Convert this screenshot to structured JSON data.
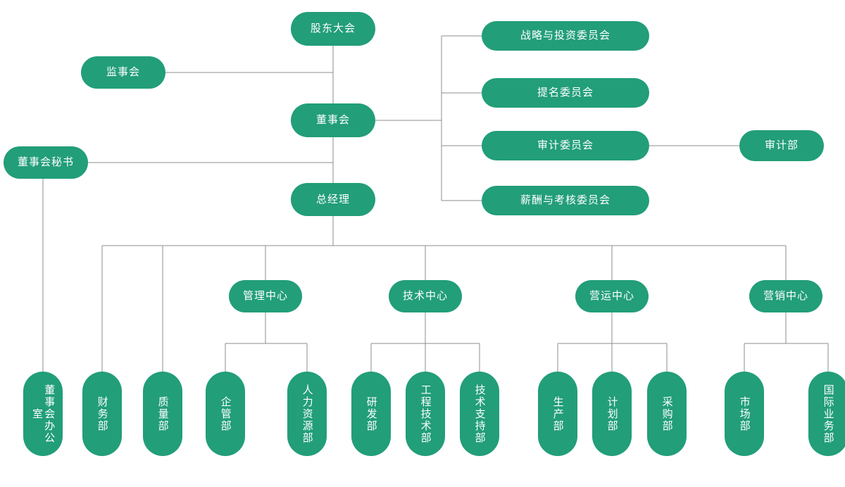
{
  "theme": {
    "node_fill": "#229e79",
    "node_text": "#ffffff",
    "line_color": "#8c8c8c",
    "background": "#ffffff"
  },
  "diagram": {
    "type": "org-chart",
    "orientation": "top-down",
    "title": ""
  },
  "nodes": {
    "shareholders_meeting": {
      "label": "股东大会"
    },
    "supervisory_board": {
      "label": "监事会"
    },
    "board_of_directors": {
      "label": "董事会"
    },
    "board_secretary": {
      "label": "董事会秘书"
    },
    "general_manager": {
      "label": "总经理"
    },
    "audit_department": {
      "label": "审计部"
    }
  },
  "committees": [
    {
      "id": "strategy-investment-committee",
      "label": "战略与投资委员会"
    },
    {
      "id": "nomination-committee",
      "label": "提名委员会"
    },
    {
      "id": "audit-committee",
      "label": "审计委员会"
    },
    {
      "id": "compensation-appraisal-committee",
      "label": "薪酬与考核委员会"
    }
  ],
  "centers": [
    {
      "id": "management-center",
      "label": "管理中心"
    },
    {
      "id": "technology-center",
      "label": "技术中心"
    },
    {
      "id": "operations-center",
      "label": "营运中心"
    },
    {
      "id": "marketing-center",
      "label": "营销中心"
    }
  ],
  "departments": [
    {
      "id": "board-office",
      "label": "董事会办公室",
      "parent": "董事会秘书"
    },
    {
      "id": "finance-department",
      "label": "财务部",
      "parent": "总经理"
    },
    {
      "id": "quality-department",
      "label": "质量部",
      "parent": "总经理"
    },
    {
      "id": "enterprise-management-department",
      "label": "企管部",
      "parent": "管理中心"
    },
    {
      "id": "human-resources-department",
      "label": "人力资源部",
      "parent": "管理中心"
    },
    {
      "id": "rd-department",
      "label": "研发部",
      "parent": "技术中心"
    },
    {
      "id": "engineering-technology-department",
      "label": "工程技术部",
      "parent": "技术中心"
    },
    {
      "id": "technical-support-department",
      "label": "技术支持部",
      "parent": "技术中心"
    },
    {
      "id": "production-department",
      "label": "生产部",
      "parent": "营运中心"
    },
    {
      "id": "planning-department",
      "label": "计划部",
      "parent": "营运中心"
    },
    {
      "id": "procurement-department",
      "label": "采购部",
      "parent": "营运中心"
    },
    {
      "id": "market-department",
      "label": "市场部",
      "parent": "营销中心"
    },
    {
      "id": "international-business-department",
      "label": "国际业务部",
      "parent": "营销中心"
    }
  ]
}
